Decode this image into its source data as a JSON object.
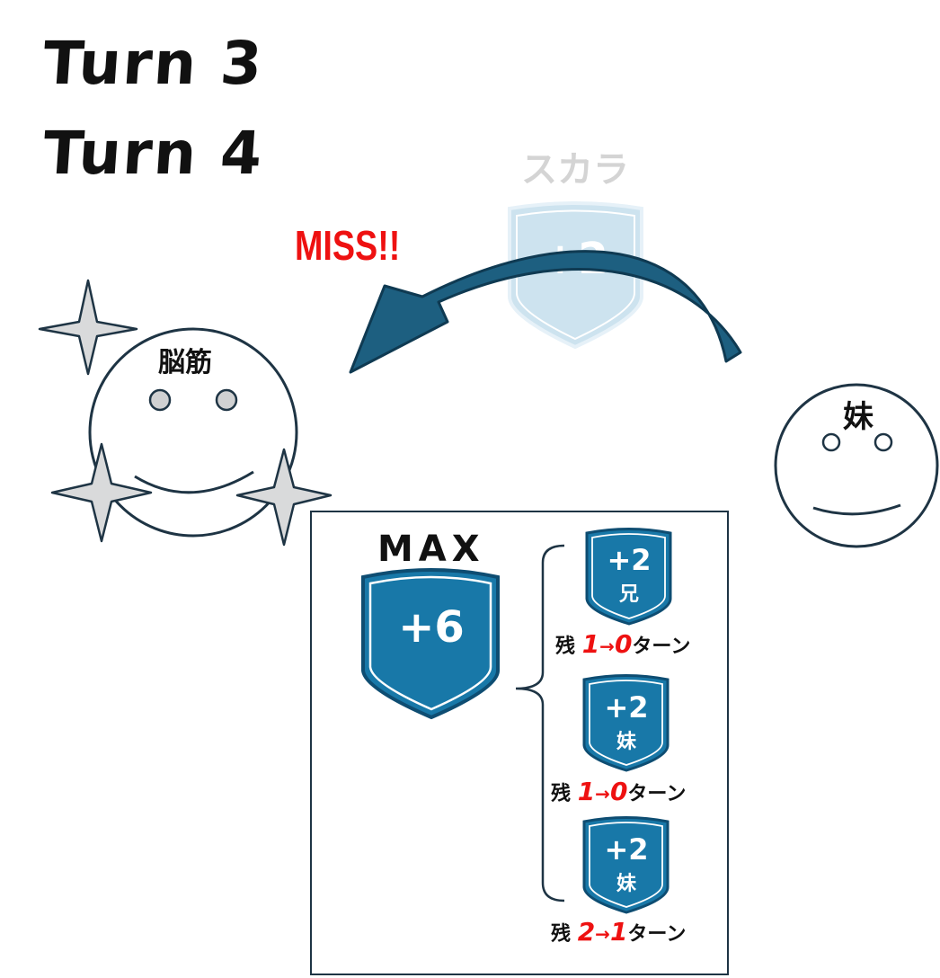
{
  "turns": [
    "Turn 3",
    "Turn 4"
  ],
  "miss_text": "MISS!!",
  "skill": {
    "name": "スカラ",
    "value": "+2"
  },
  "characters": {
    "left": {
      "name": "脳筋"
    },
    "right": {
      "name": "妹"
    }
  },
  "panel": {
    "max_label": "MAX",
    "max_value": "+6",
    "buffs": [
      {
        "value": "+2",
        "source": "兄",
        "prefix": "残",
        "from": "1",
        "arrow": "→",
        "to": "0",
        "suffix": "ターン"
      },
      {
        "value": "+2",
        "source": "妹",
        "prefix": "残",
        "from": "1",
        "arrow": "→",
        "to": "0",
        "suffix": "ターン"
      },
      {
        "value": "+2",
        "source": "妹",
        "prefix": "残",
        "from": "2",
        "arrow": "→",
        "to": "1",
        "suffix": "ターン"
      }
    ]
  },
  "colors": {
    "shield_fill": "#1878a8",
    "shield_border": "#0e4d72",
    "faded_shield_fill": "#cde3ef",
    "arrow": "#1d5f80",
    "sparkle_fill": "#d9dadb",
    "miss": "#ee1111"
  }
}
